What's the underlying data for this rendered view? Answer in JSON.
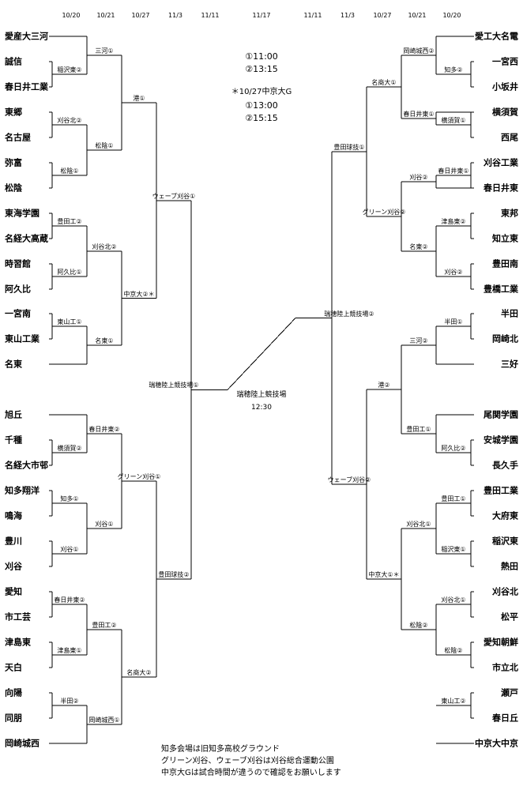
{
  "dates": [
    "10/20",
    "10/21",
    "10/27",
    "11/3",
    "11/11",
    "11/17",
    "11/11",
    "11/3",
    "10/27",
    "10/21",
    "10/20"
  ],
  "teams_left": [
    "愛産大三河",
    "誠信",
    "春日井工業",
    "東郷",
    "名古屋",
    "弥富",
    "松陰",
    "東海学園",
    "名経大高蔵",
    "時習館",
    "阿久比",
    "一宮南",
    "東山工業",
    "名東",
    "旭丘",
    "千種",
    "名経大市邨",
    "知多翔洋",
    "鳴海",
    "豊川",
    "刈谷",
    "愛知",
    "市工芸",
    "津島東",
    "天白",
    "向陽",
    "同朋",
    "岡崎城西"
  ],
  "teams_right": [
    "愛工大名電",
    "一宮西",
    "小坂井",
    "横須賀",
    "西尾",
    "刈谷工業",
    "春日井東",
    "東邦",
    "知立東",
    "豊田南",
    "豊橋工業",
    "半田",
    "岡崎北",
    "三好",
    "尾関学園",
    "安城学園",
    "長久手",
    "豊田工業",
    "大府東",
    "稲沢東",
    "熱田",
    "刈谷北",
    "松平",
    "愛知朝鮮",
    "市立北",
    "瀬戸",
    "春日丘",
    "中京大中京"
  ],
  "left_labels": {
    "r1": [
      "稲沢東②",
      "刈谷北②",
      "松陰①",
      "豊田工②",
      "阿久比①",
      "東山工①",
      "横須賀②",
      "知多①",
      "刈谷①",
      "春日井東②",
      "津島東①",
      "半田②"
    ],
    "r2": [
      "三河①",
      "松陰①",
      "刈谷北②",
      "名東①",
      "春日井東②",
      "刈谷①",
      "豊田工②",
      "岡崎城西①"
    ],
    "r3": [
      "港①",
      "中京大②＊",
      "グリーン刈谷①",
      "名商大②"
    ],
    "r4": [
      "ウェーブ刈谷①",
      "豊田球技②"
    ],
    "r5": "瑞穂陸上競技場①"
  },
  "right_labels": {
    "r1": [
      "知多②",
      "横須賀①",
      "春日井東①",
      "津島東②",
      "刈谷②",
      "半田①",
      "阿久比②",
      "豊田工①",
      "稲沢東①",
      "刈谷北①",
      "松陰②",
      "東山工②"
    ],
    "r2": [
      "岡崎城西②",
      "春日井東①",
      "刈谷②",
      "名東②",
      "三河②",
      "豊田工①",
      "刈谷北①",
      "松陰②"
    ],
    "r3": [
      "名商大①",
      "グリーン刈谷②",
      "港②",
      "中京大①＊"
    ],
    "r4": [
      "豊田球技①",
      "ウェーブ刈谷②"
    ],
    "r5": "瑞穂陸上競技場②"
  },
  "final": {
    "venue": "瑞穂陸上競技場",
    "time": "12:30"
  },
  "times": [
    "①11:00",
    "②13:15",
    "＊10/27中京大G",
    "①13:00",
    "②15:15"
  ],
  "notes": [
    "知多会場は旧知多高校グラウンド",
    "グリーン刈谷、ウェーブ刈谷は刈谷総合運動公園",
    "中京大Gは試合時間が違うので確認をお願いします"
  ]
}
